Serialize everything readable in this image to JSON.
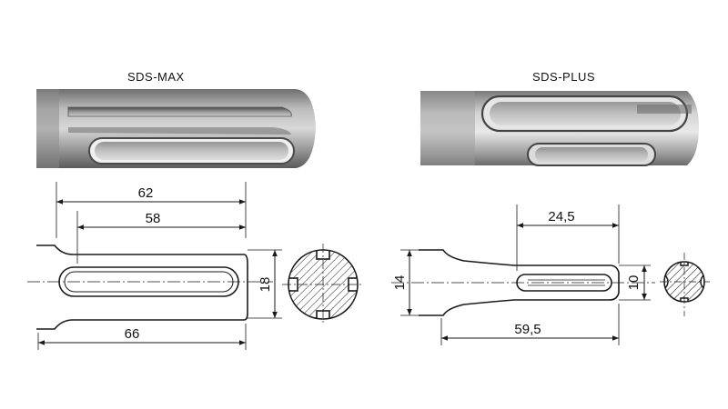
{
  "sds_max": {
    "title": "SDS-MAX",
    "dimensions": {
      "overall_length": "62",
      "slot_length": "58",
      "tip_length": "66",
      "diameter": "18"
    }
  },
  "sds_plus": {
    "title": "SDS-PLUS",
    "dimensions": {
      "slot_length": "24,5",
      "overall_length": "59,5",
      "collar_diameter": "14",
      "shank_diameter": "10"
    }
  },
  "colors": {
    "line": "#1a1a1a",
    "steel_dark": "#5a5a5a",
    "steel_light": "#d9d9d9",
    "background": "#ffffff"
  }
}
